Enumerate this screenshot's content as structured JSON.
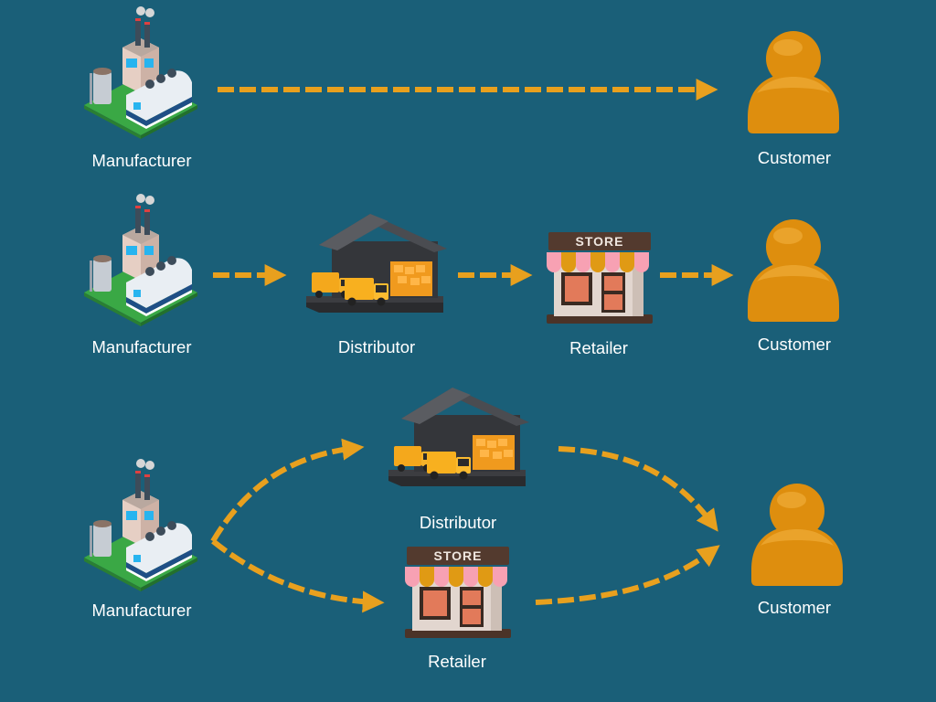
{
  "diagram": {
    "title": "Distribution channel models",
    "colors": {
      "background": "#1a5f78",
      "arrow": "#e8a01e",
      "label": "#ffffff",
      "customer": "#d98a0c"
    },
    "node_types": {
      "manufacturer": {
        "label": "Manufacturer",
        "icon": "factory-icon"
      },
      "distributor": {
        "label": "Distributor",
        "icon": "warehouse-trucks-icon"
      },
      "retailer": {
        "label": "Retailer",
        "icon": "store-icon",
        "sign_text": "STORE"
      },
      "customer": {
        "label": "Customer",
        "icon": "person-icon"
      }
    },
    "rows": [
      {
        "name": "direct-channel",
        "nodes": [
          {
            "type": "manufacturer",
            "label": "Manufacturer"
          },
          {
            "type": "customer",
            "label": "Customer"
          }
        ],
        "edges": [
          {
            "from": "Manufacturer",
            "to": "Customer"
          }
        ]
      },
      {
        "name": "indirect-channel",
        "nodes": [
          {
            "type": "manufacturer",
            "label": "Manufacturer"
          },
          {
            "type": "distributor",
            "label": "Distributor"
          },
          {
            "type": "retailer",
            "label": "Retailer"
          },
          {
            "type": "customer",
            "label": "Customer"
          }
        ],
        "edges": [
          {
            "from": "Manufacturer",
            "to": "Distributor"
          },
          {
            "from": "Distributor",
            "to": "Retailer"
          },
          {
            "from": "Retailer",
            "to": "Customer"
          }
        ]
      },
      {
        "name": "hybrid-channel",
        "nodes": [
          {
            "type": "manufacturer",
            "label": "Manufacturer"
          },
          {
            "type": "distributor",
            "label": "Distributor"
          },
          {
            "type": "retailer",
            "label": "Retailer"
          },
          {
            "type": "customer",
            "label": "Customer"
          }
        ],
        "edges": [
          {
            "from": "Manufacturer",
            "to": "Distributor"
          },
          {
            "from": "Manufacturer",
            "to": "Retailer"
          },
          {
            "from": "Distributor",
            "to": "Customer"
          },
          {
            "from": "Retailer",
            "to": "Customer"
          }
        ]
      }
    ]
  }
}
